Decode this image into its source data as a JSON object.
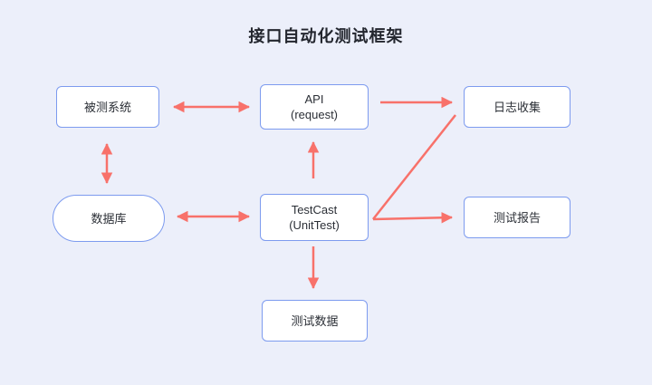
{
  "title": "接口自动化测试框架",
  "colors": {
    "background": "#ECEFFA",
    "node_fill": "#FFFFFF",
    "node_border": "#7D9BEF",
    "arrow": "#F8716A",
    "text": "#2B2F36"
  },
  "nodes": {
    "system_under_test": {
      "label": "被测系统",
      "shape": "rounded-rect"
    },
    "api": {
      "line1": "API",
      "line2": "(request)",
      "shape": "rounded-rect"
    },
    "log_collection": {
      "label": "日志收集",
      "shape": "rounded-rect"
    },
    "database": {
      "label": "数据库",
      "shape": "pill"
    },
    "testcast": {
      "line1": "TestCast",
      "line2": "(UnitTest)",
      "shape": "rounded-rect"
    },
    "test_report": {
      "label": "测试报告",
      "shape": "rounded-rect"
    },
    "test_data": {
      "label": "测试数据",
      "shape": "rounded-rect"
    }
  },
  "edges": [
    {
      "from": "被测系统",
      "to": "API (request)",
      "type": "double-arrow",
      "orientation": "horizontal"
    },
    {
      "from": "被测系统",
      "to": "数据库",
      "type": "double-arrow",
      "orientation": "vertical"
    },
    {
      "from": "API (request)",
      "to": "日志收集",
      "type": "arrow",
      "orientation": "horizontal"
    },
    {
      "from": "TestCast (UnitTest)",
      "to": "API (request)",
      "type": "arrow",
      "orientation": "vertical-up"
    },
    {
      "from": "数据库",
      "to": "TestCast (UnitTest)",
      "type": "double-arrow",
      "orientation": "horizontal"
    },
    {
      "from": "TestCast (UnitTest)",
      "to": "测试报告",
      "type": "arrow",
      "orientation": "horizontal"
    },
    {
      "from": "TestCast (UnitTest)",
      "to": "日志收集",
      "type": "line",
      "orientation": "diagonal"
    },
    {
      "from": "TestCast (UnitTest)",
      "to": "测试数据",
      "type": "arrow",
      "orientation": "vertical-down"
    }
  ]
}
